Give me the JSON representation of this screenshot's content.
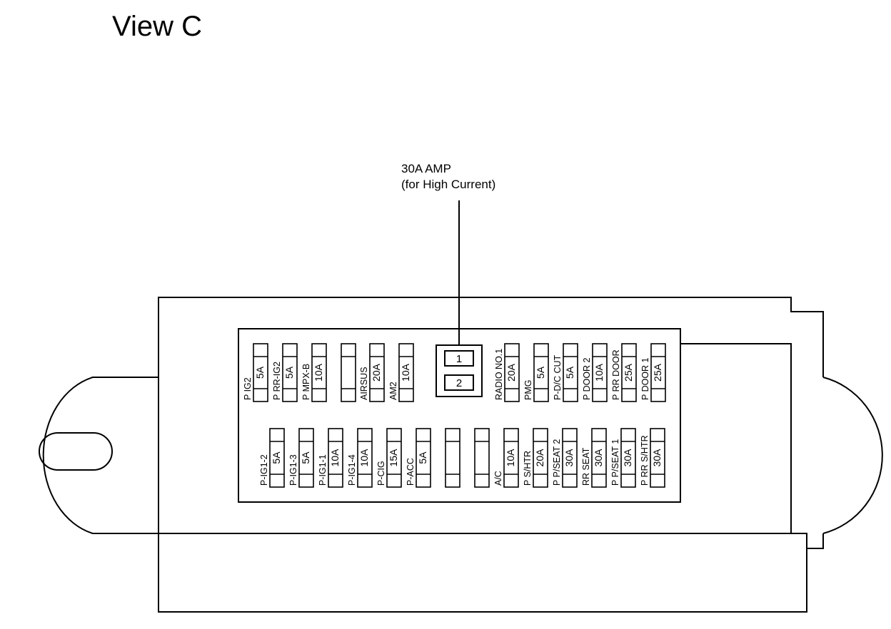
{
  "title": "View C",
  "callout": {
    "line1": "30A AMP",
    "line2": "(for High Current)"
  },
  "relay": {
    "slot1": "1",
    "slot2": "2"
  },
  "fuses_top": [
    {
      "name": "P IG2",
      "amp": "5A"
    },
    {
      "name": "P RR-IG2",
      "amp": "5A"
    },
    {
      "name": "P MPX-B",
      "amp": "10A"
    },
    {
      "name": "",
      "amp": ""
    },
    {
      "name": "AIRSUS",
      "amp": "20A"
    },
    {
      "name": "AM2",
      "amp": "10A"
    },
    {
      "name": "RADIO NO.1",
      "amp": "20A"
    },
    {
      "name": "PMG",
      "amp": "5A"
    },
    {
      "name": "P-D/C CUT",
      "amp": "5A"
    },
    {
      "name": "P DOOR 2",
      "amp": "10A"
    },
    {
      "name": "P RR DOOR",
      "amp": "25A"
    },
    {
      "name": "P DOOR 1",
      "amp": "25A"
    }
  ],
  "fuses_bottom": [
    {
      "name": "P-IG1-2",
      "amp": "5A"
    },
    {
      "name": "P-IG1-3",
      "amp": "5A"
    },
    {
      "name": "P-IG1-1",
      "amp": "10A"
    },
    {
      "name": "P-IG1-4",
      "amp": "10A"
    },
    {
      "name": "P-CIG",
      "amp": "15A"
    },
    {
      "name": "P-ACC",
      "amp": "5A"
    },
    {
      "name": "",
      "amp": ""
    },
    {
      "name": "",
      "amp": ""
    },
    {
      "name": "A/C",
      "amp": "10A"
    },
    {
      "name": "P S/HTR",
      "amp": "20A"
    },
    {
      "name": "P P/SEAT 2",
      "amp": "30A"
    },
    {
      "name": "RR SEAT",
      "amp": "30A"
    },
    {
      "name": "P P/SEAT 1",
      "amp": "30A"
    },
    {
      "name": "P RR S/HTR",
      "amp": "30A"
    }
  ]
}
